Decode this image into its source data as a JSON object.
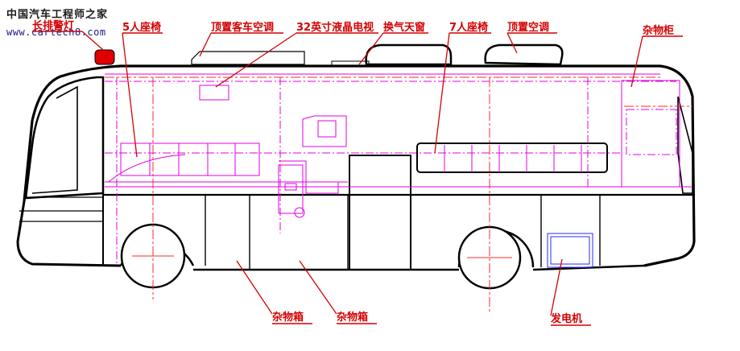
{
  "watermark": {
    "site_cn": "中国汽车工程师之家",
    "site_url": "www.cartech8.com"
  },
  "labels": {
    "warning_light": "长排警灯",
    "seat_5": "5人座椅",
    "roof_ac_passenger": "顶置客车空调",
    "tv_32": "32英寸液晶电视",
    "roof_vent": "换气天窗",
    "seat_7": "7人座椅",
    "roof_ac": "顶置空调",
    "storage_cabinet": "杂物柜",
    "storage_box_1": "杂物箱",
    "storage_box_2": "杂物箱",
    "generator": "发电机"
  },
  "colors": {
    "label": "#d40000",
    "outline": "#000000",
    "interior": "#e000e0",
    "centerline": "#ff2a2a",
    "generator": "#2a2aff",
    "warning_light": "#e00000"
  }
}
